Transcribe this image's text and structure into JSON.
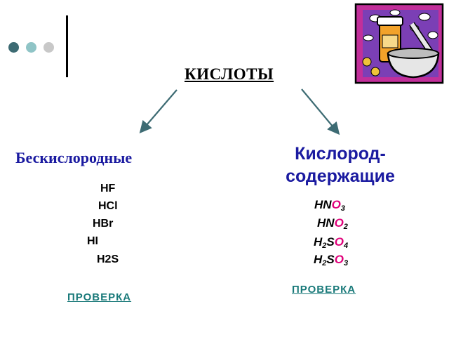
{
  "title": "КИСЛОТЫ",
  "left": {
    "heading": "Бескислородные",
    "acids": [
      "HF",
      "HCl",
      "HBr",
      "HI",
      "H2S"
    ],
    "check": "ПРОВЕРКА"
  },
  "right": {
    "heading_line1": "Кислород-",
    "heading_line2": "содержащие",
    "acids": [
      {
        "a": "HN",
        "o": "O",
        "n": "3"
      },
      {
        "a": "HN",
        "o": "O",
        "n": "2"
      },
      {
        "a": "H",
        "s": "2",
        "b": "S",
        "o": "O",
        "n": "4"
      },
      {
        "a": "H",
        "s": "2",
        "b": "S",
        "o": "O",
        "n": "3"
      }
    ],
    "check": "ПРОВЕРКА"
  },
  "colors": {
    "dot1": "#3d6b73",
    "dot2": "#8fc4c6",
    "dot3": "#c8c8c8",
    "heading": "#1a1aa0",
    "oxygen": "#e0007a",
    "link": "#1a7a7a",
    "arrow": "#3d6b73"
  },
  "icons": {
    "clipart": "mortar-pestle-pills-icon"
  }
}
